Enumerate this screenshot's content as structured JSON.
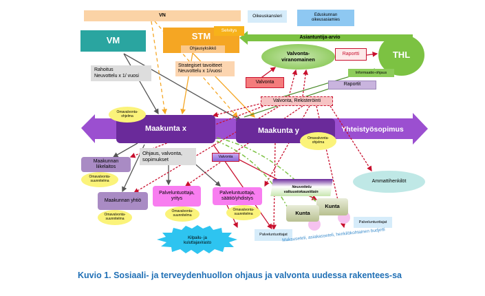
{
  "nodes": {
    "vn": "VN",
    "oikeuskansleri": "Oikeuskansleri",
    "eduskunta": "Eduskunnan oikeusasiamies",
    "vm": "VM",
    "stm": "STM",
    "selvitys": "Selvitys",
    "ohjausyksikko": "Ohjausyksikkö",
    "asiantuntija": "Asiantuntija-arvio",
    "valvontaviranomainen": "Valvonta-viranomainen",
    "raportti": "Raportti",
    "thl": "THL",
    "rahoitus1": "Rahoitus",
    "rahoitus2": "Neuvottelu x 1/ vuosi",
    "strategiset1": "Strategiset tavoitteet",
    "strategiset2": "Neuvottelu x 1/vuosi",
    "informaatio": "Informaatio-ohjaus",
    "raportit": "Raportit",
    "valvonta": "Valvonta",
    "valvonta_rek": "Valvonta, Rekisteröinti",
    "maakunta_x": "Maakunta x",
    "maakunta_y": "Maakunta y",
    "yhteistyo": "Yhteistyösopimus",
    "omavalvontaohjelma": "Omavalvonta-ohjelma",
    "ohjaus": "Ohjaus, valvonta, sopimukset",
    "liikelaitos": "Maakunnan liikelaitos",
    "omavalvontasuunnitelma": "Omavalvonta-suunnitelma",
    "valvonta_small": "Valvonta",
    "pt_yritys": "Palveluntuottaja, yritys",
    "pt_saatio": "Palveluntuottaja, säätiö/yhdistys",
    "yhtio": "Maakunnan yhtiö",
    "neuvottelu": "Neuvottelu valtuustokausittain",
    "kunta": "Kunta",
    "ammattihenkilot": "Ammattihenkilöt",
    "palveluntuottajat": "Palveluntuottajat",
    "kilpailu": "Kilpailu- ja kuluttajavirasto",
    "maksuseteli": "Maksuseteli, asiakasseteli, henkilökohtainen budjetti"
  },
  "caption": "Kuvio 1. Sosiaali- ja terveydenhuollon ohjaus ja valvonta uudessa rakentees-sa",
  "colors": {
    "teal": "#2aa5a0",
    "orange": "#f5a623",
    "green": "#7cc242",
    "purple": "#6a2a9a",
    "red": "#c8102e",
    "caption": "#1f6fb5"
  }
}
